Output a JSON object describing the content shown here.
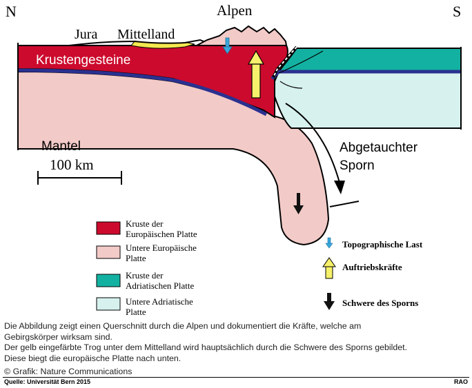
{
  "diagram": {
    "compass_north": "N",
    "compass_south": "S",
    "label_alpen": "Alpen",
    "label_jura": "Jura",
    "label_mittelland": "Mittelland",
    "label_krustengesteine": "Krustengesteine",
    "label_mantel": "Mantel",
    "scale_label": "100 km",
    "label_sporn_line1": "Abgetauchter",
    "label_sporn_line2": "Sporn"
  },
  "legend": {
    "items": [
      {
        "line1": "Kruste der",
        "line2": "Europäischen Platte",
        "color": "#cc0a2d"
      },
      {
        "line1": "Untere Europäische",
        "line2": "Platte",
        "color": "#f2cac7"
      },
      {
        "line1": "Kruste der",
        "line2": "Adriatischen Platte",
        "color": "#13b1a1"
      },
      {
        "line1": "Untere Adriatische",
        "line2": "Platte",
        "color": "#d6f1ee"
      }
    ],
    "forces": [
      {
        "label": "Topographische Last",
        "color": "#39a8de"
      },
      {
        "label": "Auftriebskräfte",
        "color": "#f6f06a"
      },
      {
        "label": "Schwere des Sporns",
        "color": "#111111"
      }
    ]
  },
  "colors": {
    "trough": "#f5e850",
    "mountain": "#f2cac7",
    "plate_boundary": "#2a3190"
  },
  "caption": {
    "line1": "Die Abbildung zeigt einen Querschnitt durch die Alpen und dokumentiert die Kräfte, welche am",
    "line2": "Gebirgskörper wirksam sind.",
    "line3": "Der gelb eingefärbte Trog unter dem Mittelland wird hauptsächlich durch die Schwere des Sporns gebildet.",
    "line4": "Diese biegt die europäische Platte nach unten."
  },
  "copyright": "© Grafik: Nature Communications",
  "footer": {
    "source": "Quelle: Universität Bern 2015",
    "agency": "RAO"
  }
}
